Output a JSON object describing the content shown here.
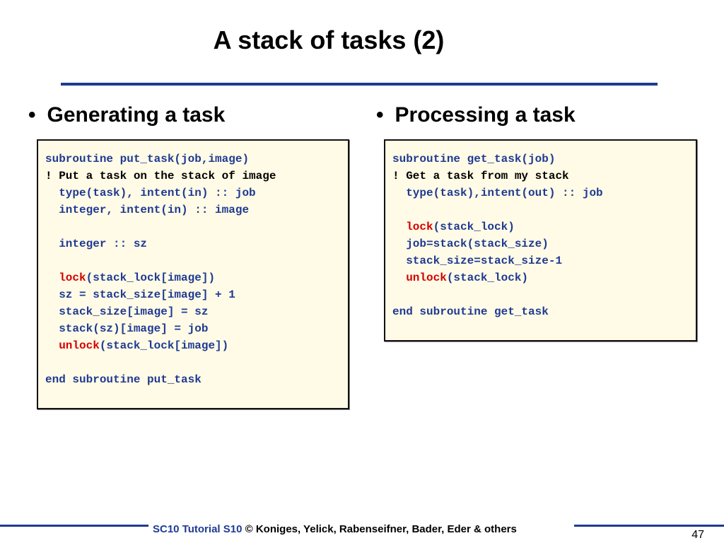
{
  "slide": {
    "title": "A stack of tasks (2)",
    "page_number": "47"
  },
  "left": {
    "bullet": "•",
    "heading": "Generating a task",
    "code": {
      "l0": "subroutine put_task(job,image)",
      "l1": "! Put a task on the stack of image",
      "l2": "  type(task), intent(in) :: job",
      "l3": "  integer, intent(in) :: image",
      "l4": "",
      "l5": "  integer :: sz",
      "l6": "",
      "l7_indent": "  ",
      "l7_kw": "lock",
      "l7_rest": "(stack_lock[image])",
      "l8": "  sz = stack_size[image] + 1",
      "l9": "  stack_size[image] = sz",
      "l10": "  stack(sz)[image] = job",
      "l11_indent": "  ",
      "l11_kw": "unlock",
      "l11_rest": "(stack_lock[image])",
      "l12": "",
      "l13": "end subroutine put_task"
    }
  },
  "right": {
    "bullet": "•",
    "heading": "Processing a task",
    "code": {
      "l0": "subroutine get_task(job)",
      "l1": "! Get a task from my stack",
      "l2": "  type(task),intent(out) :: job",
      "l3": "",
      "l4_indent": "  ",
      "l4_kw": "lock",
      "l4_rest": "(stack_lock)",
      "l5": "  job=stack(stack_size)",
      "l6": "  stack_size=stack_size-1",
      "l7_indent": "  ",
      "l7_kw": "unlock",
      "l7_rest": "(stack_lock)",
      "l8": "",
      "l9": "end subroutine get_task"
    }
  },
  "footer": {
    "accent": "SC10 Tutorial S10",
    "rest": " © Koniges, Yelick, Rabenseifner, Bader, Eder & others"
  },
  "colors": {
    "accent_blue": "#1f3a93",
    "keyword_red": "#d40000",
    "code_background": "#fffbe6"
  }
}
